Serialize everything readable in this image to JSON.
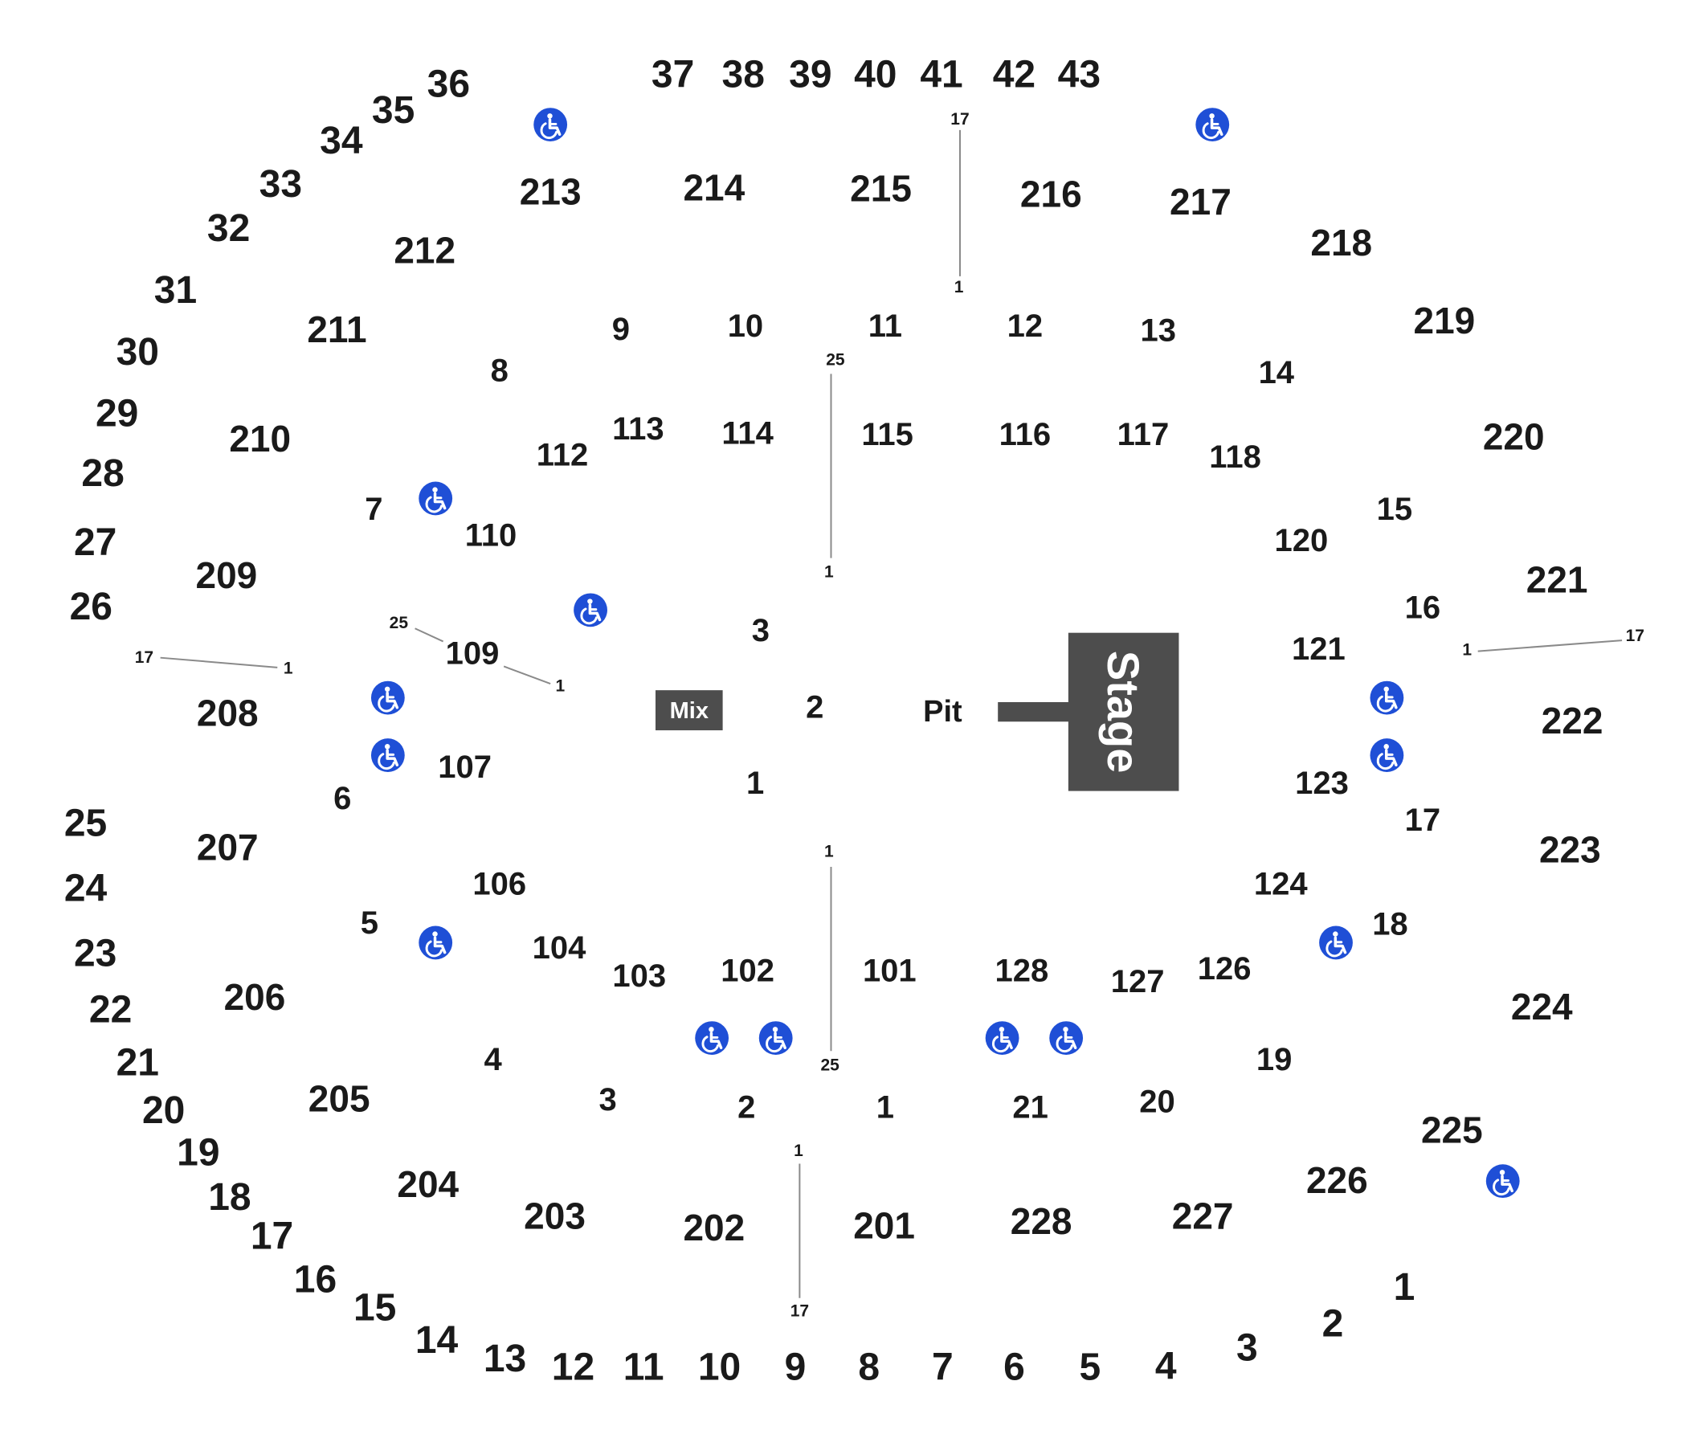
{
  "colors": {
    "text": "#1a1a1a",
    "stage_fill": "#4d4d4d",
    "accessible_fill": "#1f4fd6",
    "row_line": "#8a8a8a"
  },
  "icons": {
    "accessible": "wheelchair-icon"
  },
  "stage": {
    "label": "Stage"
  },
  "mix": {
    "label": "Mix"
  },
  "pit": {
    "label": "Pit"
  },
  "upper_rows": [
    "1",
    "2",
    "3",
    "4",
    "5",
    "6",
    "7",
    "8",
    "9",
    "10",
    "11",
    "12",
    "13",
    "14",
    "15",
    "16",
    "17",
    "18",
    "19",
    "20",
    "21",
    "22",
    "23",
    "24",
    "25",
    "26",
    "27",
    "28",
    "29",
    "30",
    "31",
    "32",
    "33",
    "34",
    "35",
    "36",
    "37",
    "38",
    "39",
    "40",
    "41",
    "42",
    "43"
  ],
  "sections_200": [
    "201",
    "202",
    "203",
    "204",
    "205",
    "206",
    "207",
    "208",
    "209",
    "210",
    "211",
    "212",
    "213",
    "214",
    "215",
    "216",
    "217",
    "218",
    "219",
    "220",
    "221",
    "222",
    "223",
    "224",
    "225",
    "226",
    "227",
    "228"
  ],
  "sections_100": [
    "101",
    "102",
    "103",
    "104",
    "106",
    "107",
    "109",
    "110",
    "112",
    "113",
    "114",
    "115",
    "116",
    "117",
    "118",
    "120",
    "121",
    "123",
    "124",
    "126",
    "127",
    "128"
  ],
  "aisles": [
    "1",
    "2",
    "3",
    "4",
    "5",
    "6",
    "7",
    "8",
    "9",
    "10",
    "11",
    "12",
    "13",
    "14",
    "15",
    "16",
    "17",
    "18",
    "19",
    "20",
    "21"
  ],
  "floor": [
    "1",
    "2",
    "3"
  ],
  "row_markers": [
    "1",
    "17",
    "25"
  ]
}
